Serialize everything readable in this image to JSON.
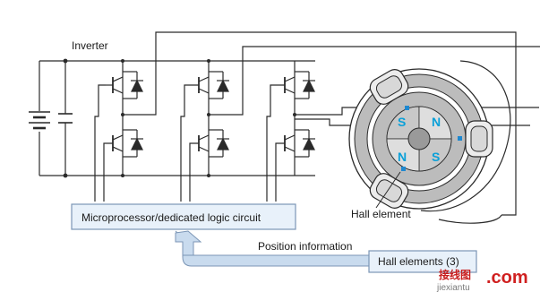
{
  "labels": {
    "inverter": "Inverter",
    "microprocessor": "Microprocessor/dedicated logic circuit",
    "position_information": "Position information",
    "hall_elements": "Hall elements (3)",
    "hall_element": "Hall element"
  },
  "rotor_poles": [
    "S",
    "N",
    "N",
    "S"
  ],
  "watermark": {
    "site_cn": "接线图",
    "site_latin": "jiexiantu",
    "tld": ".com"
  },
  "colors": {
    "line": "#2a2a2a",
    "box_fill": "#e8f1fa",
    "box_stroke": "#7c96b6",
    "arrow_fill": "#c9dbee",
    "stator": "#bcbcbc",
    "rotor": "#d4d4d4",
    "pole_text": "#0aa0d8",
    "hall_sensor": "#1e88d0"
  }
}
